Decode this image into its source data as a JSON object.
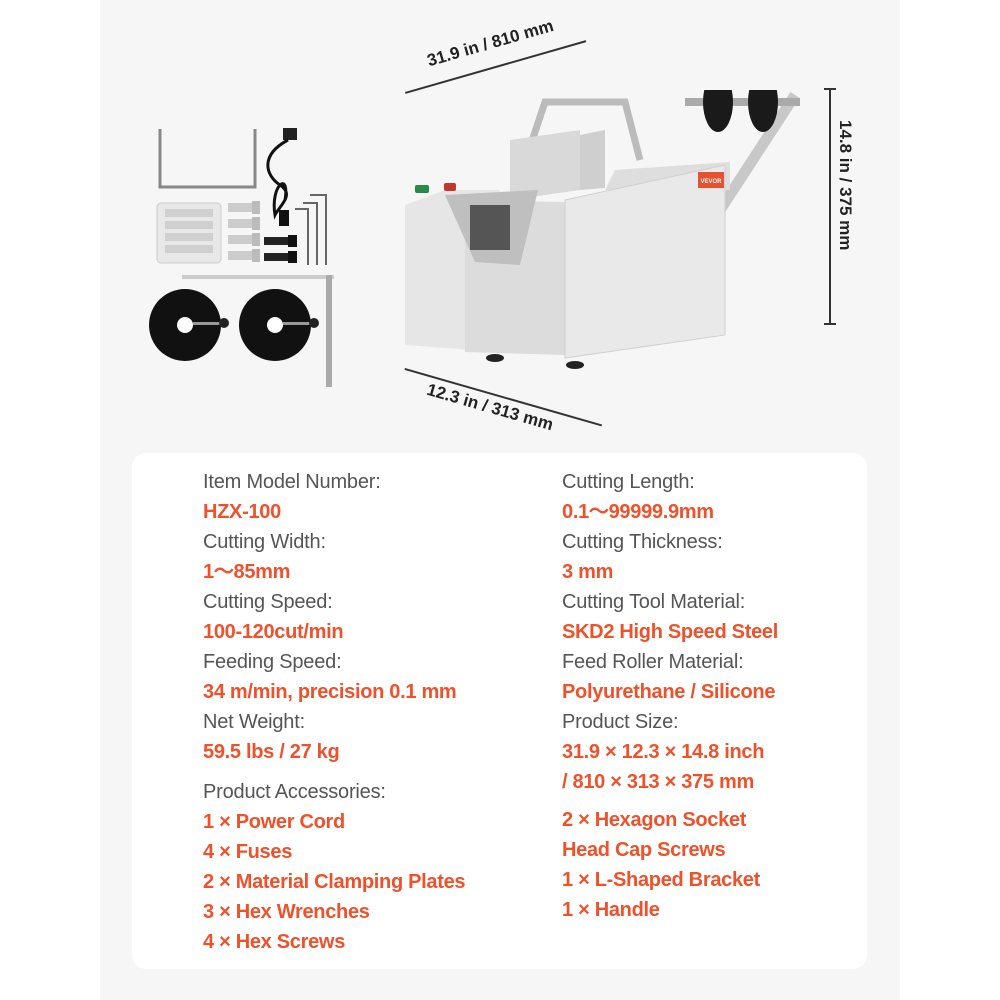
{
  "dimensions": {
    "length": "31.9 in / 810 mm",
    "width": "12.3 in / 313 mm",
    "height": "14.8 in / 375 mm"
  },
  "machine": {
    "brand_label": "VEVOR"
  },
  "specs": {
    "left": [
      {
        "label": "Item Model Number:",
        "value": "HZX-100"
      },
      {
        "label": "Cutting Width:",
        "value": "1～85mm"
      },
      {
        "label": "Cutting Speed:",
        "value": "100-120cut/min"
      },
      {
        "label": "Feeding Speed:",
        "value": "34 m/min, precision 0.1 mm"
      },
      {
        "label": "Net Weight:",
        "value": "59.5 lbs / 27 kg"
      }
    ],
    "right": [
      {
        "label": "Cutting Length:",
        "value": "0.1～99999.9mm"
      },
      {
        "label": "Cutting Thickness:",
        "value": "3 mm"
      },
      {
        "label": "Cutting Tool Material:",
        "value": "SKD2 High Speed Steel"
      },
      {
        "label": "Feed Roller Material:",
        "value": "Polyurethane / Silicone"
      },
      {
        "label": "Product Size:",
        "value": "31.9 × 12.3 × 14.8 inch",
        "value2": "/ 810 × 313 × 375 mm"
      }
    ]
  },
  "accessories": {
    "label": "Product Accessories:",
    "left": [
      "1 × Power Cord",
      "4 × Fuses",
      "2 × Material Clamping Plates",
      "3 × Hex Wrenches",
      "4 × Hex Screws"
    ],
    "right": [
      "2 × Hexagon Socket",
      "Head Cap Screws",
      "1 × L-Shaped Bracket",
      "1 × Handle"
    ]
  },
  "colors": {
    "accent": "#f0502a",
    "label": "#555555",
    "panel": "#f6f6f6",
    "card": "#ffffff"
  }
}
